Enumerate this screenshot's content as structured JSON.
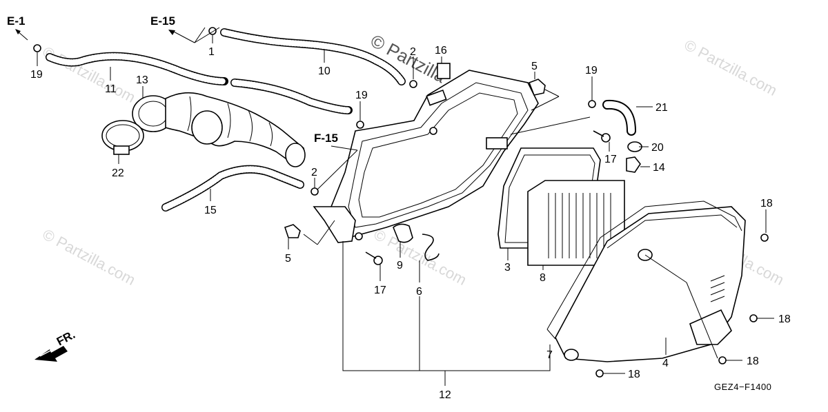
{
  "diagram": {
    "code": "GEZ4−F1400",
    "front_label": "FR.",
    "references": [
      {
        "id": "e1",
        "text": "E-1"
      },
      {
        "id": "e15",
        "text": "E-15"
      },
      {
        "id": "f15",
        "text": "F-15"
      }
    ],
    "callouts": [
      {
        "id": "c1",
        "text": "1"
      },
      {
        "id": "c2a",
        "text": "2"
      },
      {
        "id": "c2b",
        "text": "2"
      },
      {
        "id": "c3",
        "text": "3"
      },
      {
        "id": "c4",
        "text": "4"
      },
      {
        "id": "c5a",
        "text": "5"
      },
      {
        "id": "c5b",
        "text": "5"
      },
      {
        "id": "c6",
        "text": "6"
      },
      {
        "id": "c7",
        "text": "7"
      },
      {
        "id": "c8",
        "text": "8"
      },
      {
        "id": "c9",
        "text": "9"
      },
      {
        "id": "c10",
        "text": "10"
      },
      {
        "id": "c11",
        "text": "11"
      },
      {
        "id": "c12",
        "text": "12"
      },
      {
        "id": "c13",
        "text": "13"
      },
      {
        "id": "c14",
        "text": "14"
      },
      {
        "id": "c15",
        "text": "15"
      },
      {
        "id": "c16",
        "text": "16"
      },
      {
        "id": "c17a",
        "text": "17"
      },
      {
        "id": "c17b",
        "text": "17"
      },
      {
        "id": "c18a",
        "text": "18"
      },
      {
        "id": "c18b",
        "text": "18"
      },
      {
        "id": "c18c",
        "text": "18"
      },
      {
        "id": "c18d",
        "text": "18"
      },
      {
        "id": "c19a",
        "text": "19"
      },
      {
        "id": "c19b",
        "text": "19"
      },
      {
        "id": "c19c",
        "text": "19"
      },
      {
        "id": "c20",
        "text": "20"
      },
      {
        "id": "c21",
        "text": "21"
      },
      {
        "id": "c22",
        "text": "22"
      }
    ],
    "watermarks": {
      "main": "© Partzilla",
      "faint": "© Partzilla.com"
    }
  }
}
